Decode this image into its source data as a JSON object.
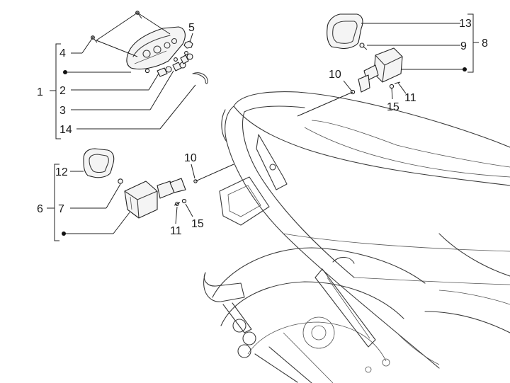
{
  "diagram": {
    "callouts": {
      "c1": "1",
      "c2": "2",
      "c3": "3",
      "c4": "4",
      "c5": "5",
      "c6": "6",
      "c7": "7",
      "c8": "8",
      "c9": "9",
      "c10a": "10",
      "c10b": "10",
      "c11a": "11",
      "c11b": "11",
      "c12": "12",
      "c13": "13",
      "c14": "14",
      "c15a": "15",
      "c15b": "15"
    },
    "colors": {
      "line": "#222222",
      "artwork": "#3a3a3a",
      "background": "#ffffff"
    }
  }
}
